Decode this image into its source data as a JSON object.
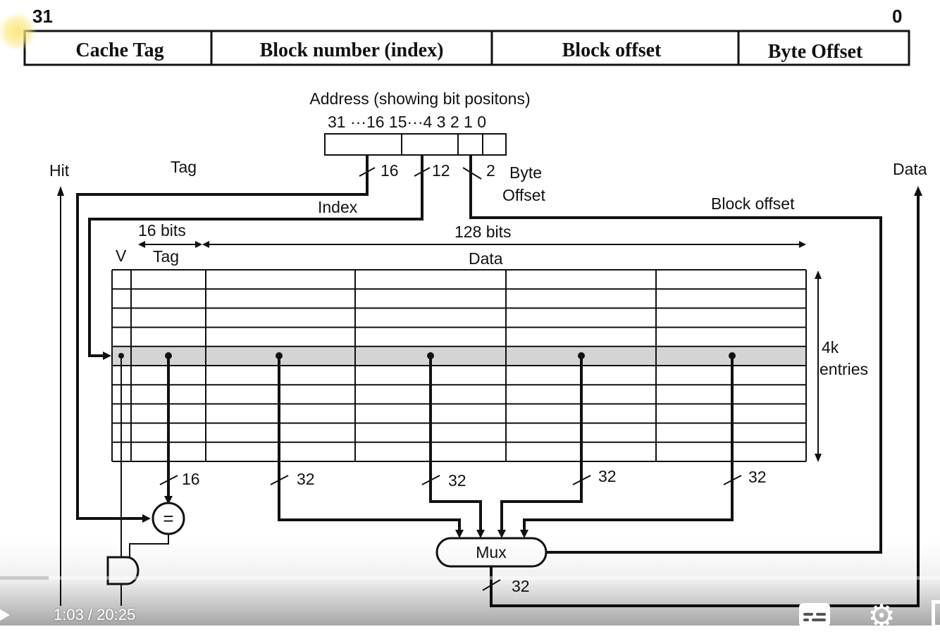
{
  "address_format": {
    "msb_label": "31",
    "lsb_label": "0",
    "fields": [
      "Cache Tag",
      "Block number (index)",
      "Block offset",
      "Byte Offset"
    ]
  },
  "diagram": {
    "address_title": "Address (showing bit positons)",
    "bit_positions": "31 ···16 15···4 3 2 1 0",
    "tag_label": "Tag",
    "hit_label": "Hit",
    "data_label": "Data",
    "index_label": "Index",
    "byte_offset_label_1": "Byte",
    "byte_offset_label_2": "Offset",
    "block_offset_label": "Block offset",
    "tag_width": "16",
    "index_width": "12",
    "byte_offset_width": "2",
    "tag_bits_label": "16 bits",
    "data_bits_label": "128 bits",
    "v_column_label": "V",
    "tag_column_label": "Tag",
    "data_column_label": "Data",
    "entries_label_1": "4k",
    "entries_label_2": "entries",
    "tag_out_width": "16",
    "word_widths": [
      "32",
      "32",
      "32",
      "32"
    ],
    "comparator_symbol": "=",
    "mux_label": "Mux",
    "mux_out_width": "32"
  },
  "video_controls": {
    "time_display": "1:03 / 20:25",
    "progress": 0.052
  }
}
